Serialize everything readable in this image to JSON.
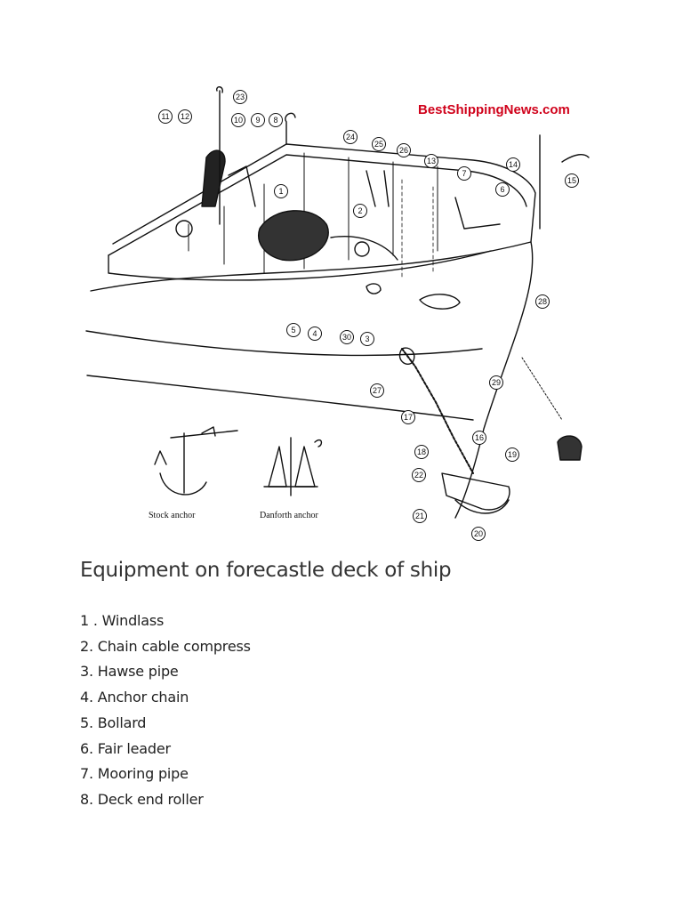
{
  "figure": {
    "watermark": "BestShippingNews.com",
    "callouts": [
      "1",
      "2",
      "3",
      "4",
      "5",
      "6",
      "7",
      "8",
      "9",
      "10",
      "11",
      "12",
      "13",
      "14",
      "15",
      "16",
      "17",
      "18",
      "19",
      "20",
      "21",
      "22",
      "23",
      "24",
      "25",
      "26",
      "27",
      "28",
      "29",
      "30"
    ],
    "captions": {
      "stock_anchor": "Stock anchor",
      "danforth_anchor": "Danforth anchor"
    }
  },
  "heading": "Equipment on forecastle deck of ship",
  "items": [
    "1 . Windlass",
    "2. Chain cable compress",
    "3. Hawse pipe",
    "4. Anchor chain",
    "5. Bollard",
    "6. Fair leader",
    "7. Mooring pipe",
    "8. Deck end roller"
  ]
}
